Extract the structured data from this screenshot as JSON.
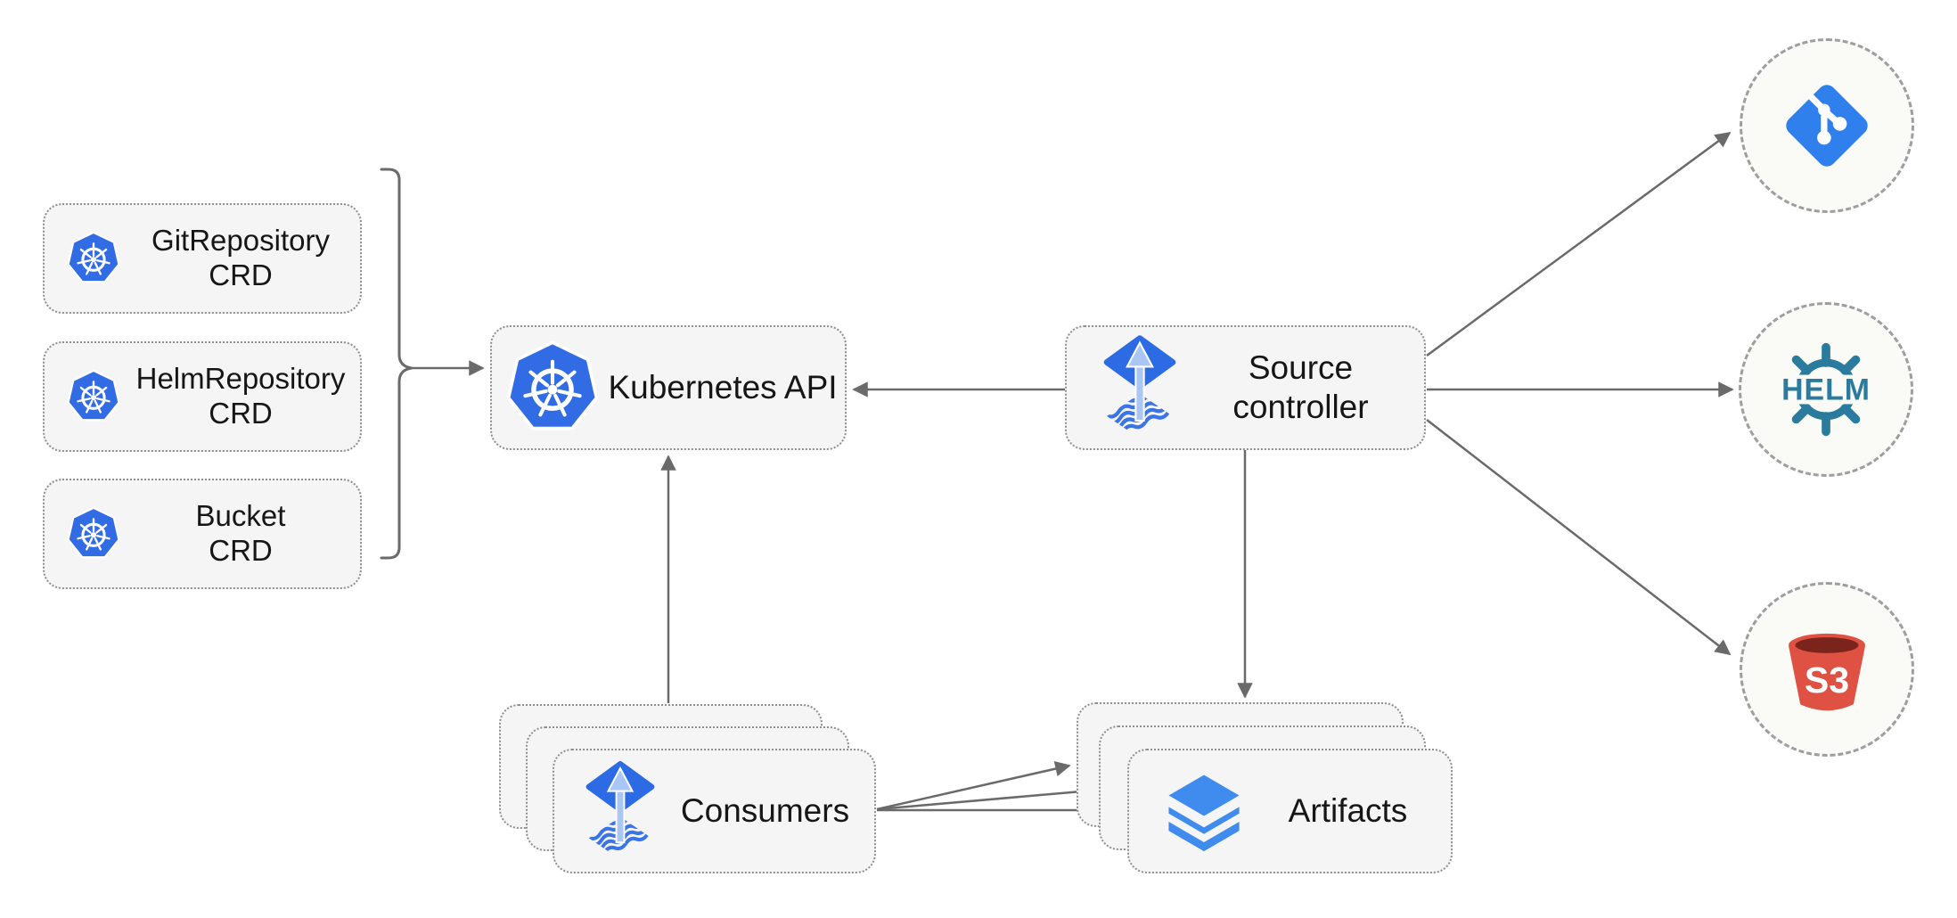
{
  "nodes": {
    "git_crd": {
      "label": "GitRepository\nCRD"
    },
    "helm_crd": {
      "label": "HelmRepository\nCRD"
    },
    "bucket_crd": {
      "label": "Bucket\nCRD"
    },
    "kubernetes_api": {
      "label": "Kubernetes API"
    },
    "source_controller": {
      "label": "Source\ncontroller"
    },
    "consumers": {
      "label": "Consumers"
    },
    "artifacts": {
      "label": "Artifacts"
    }
  },
  "endpoints": {
    "git": {
      "icon": "git-logo"
    },
    "helm": {
      "icon": "helm-logo",
      "text": "HELM"
    },
    "s3": {
      "icon": "s3-bucket",
      "text": "S3"
    }
  },
  "icons": {
    "kubernetes": "kubernetes-logo",
    "flux": "flux-source-controller-logo",
    "artifacts": "layers-stack",
    "git": "git-logo",
    "helm": "helm-logo",
    "s3": "s3-bucket"
  },
  "groups": [
    {
      "name": "crd-group",
      "members": [
        "git_crd",
        "helm_crd",
        "bucket_crd"
      ]
    }
  ],
  "edges": [
    {
      "from": "crd-group",
      "to": "kubernetes-api"
    },
    {
      "from": "source-controller",
      "to": "kubernetes-api"
    },
    {
      "from": "consumers",
      "to": "kubernetes-api"
    },
    {
      "from": "source-controller",
      "to": "artifacts"
    },
    {
      "from": "source-controller",
      "to": "git"
    },
    {
      "from": "source-controller",
      "to": "helm"
    },
    {
      "from": "source-controller",
      "to": "s3"
    },
    {
      "from": "consumers",
      "to": "artifacts"
    },
    {
      "from": "consumers",
      "to": "artifacts"
    },
    {
      "from": "consumers",
      "to": "artifacts"
    }
  ],
  "colors": {
    "kubernetes_blue": "#326CE5",
    "flux_blue": "#2D6BE4",
    "flux_arrow_light": "#A9C6F4",
    "git_blue": "#2F80ED",
    "helm_teal": "#2A7B9E",
    "s3_red": "#DE5143",
    "s3_dark_rim": "#7B241B",
    "layers_blue": "#3F8CEE",
    "arrow_gray": "#6A6A6A",
    "node_fill": "#F5F5F5",
    "node_border": "#8F8F8F",
    "circle_fill": "#FAFAF7"
  }
}
